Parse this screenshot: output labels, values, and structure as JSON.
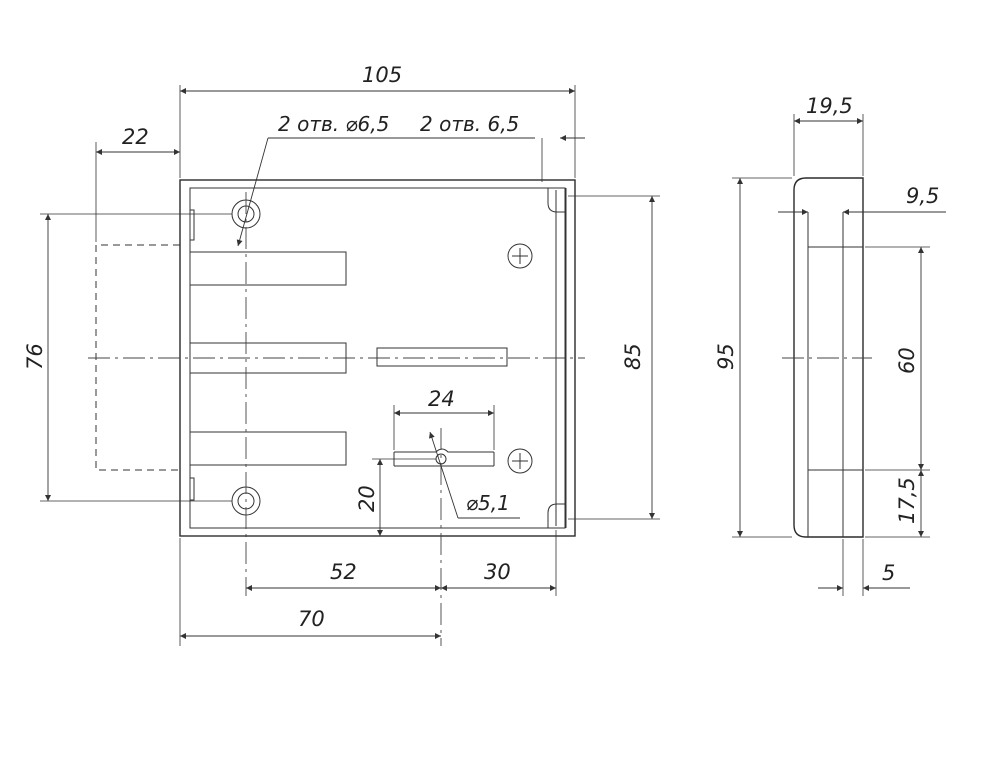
{
  "front_view": {
    "dim_width": "105",
    "dim_offset": "22",
    "note_holes_large": "2 отв. ⌀6,5",
    "note_holes_small": "2 отв. 6,5",
    "dim_hole_spacing": "76",
    "dim_height": "85",
    "dim_key_width": "24",
    "dim_key_height": "20",
    "note_key_hole": "⌀5,1",
    "dim_52": "52",
    "dim_30": "30",
    "dim_70": "70"
  },
  "side_view": {
    "dim_depth": "19,5",
    "dim_9_5": "9,5",
    "dim_height": "95",
    "dim_60": "60",
    "dim_17_5": "17,5",
    "dim_5": "5"
  }
}
